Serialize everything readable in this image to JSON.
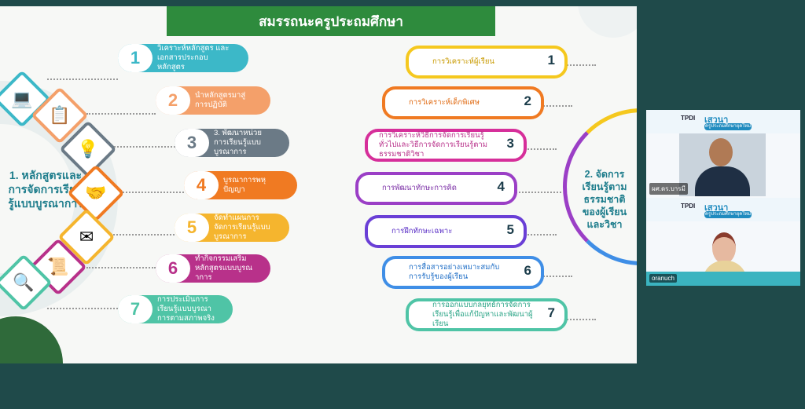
{
  "slide": {
    "title": "สมรรถนะครูประถมศึกษา",
    "left_title": "1. หลักสูตรและการจัดการเรียนรู้แบบบูรณาการ",
    "right_title": "2. จัดการเรียนรู้ตามธรรมชาติของผู้เรียนและวิชา",
    "left_items": [
      {
        "num": "1",
        "text": "วิเคราะห์หลักสูตร และเอกสารประกอบหลักสูตร",
        "color": "#3cb8c8"
      },
      {
        "num": "2",
        "text": "นำหลักสูตรมาสู่การปฏิบัติ",
        "color": "#f4a06a"
      },
      {
        "num": "3",
        "text": "3. พัฒนาหน่วยการเรียนรู้แบบบูรณาการ",
        "color": "#6b7a86"
      },
      {
        "num": "4",
        "text": "บูรณาการพหุปัญญา",
        "color": "#f07a22"
      },
      {
        "num": "5",
        "text": "จัดทำแผนการจัดการเรียนรู้แบบบูรณาการ",
        "color": "#f5b52e"
      },
      {
        "num": "6",
        "text": "ทำกิจกรรมเสริมหลักสูตรแบบบูรณาการ",
        "color": "#b8318a"
      },
      {
        "num": "7",
        "text": "การประเมินการเรียนรู้แบบบูรณาการตามสภาพจริง",
        "color": "#4fc4a6"
      }
    ],
    "right_items": [
      {
        "num": "1",
        "text": "การวิเคราะห์ผู้เรียน",
        "color": "#f5c81e",
        "text_color": "#c89a00"
      },
      {
        "num": "2",
        "text": "การวิเคราะห์เด็กพิเศษ",
        "color": "#f07a22",
        "text_color": "#e06a12"
      },
      {
        "num": "3",
        "text": "การวิเคราะห์วิธีการจัดการเรียนรู้ทั่วไปและวิธีการจัดการเรียนรู้ตามธรรมชาติวิชา",
        "color": "#d62f9a",
        "text_color": "#b8318a"
      },
      {
        "num": "4",
        "text": "การพัฒนาทักษะการคิด",
        "color": "#9b3fc6",
        "text_color": "#7b2fa6"
      },
      {
        "num": "5",
        "text": "การฝึกทักษะเฉพาะ",
        "color": "#6a3fd6",
        "text_color": "#5a2fc6"
      },
      {
        "num": "6",
        "text": "การสื่อสารอย่างเหมาะสมกับการรับรู้ของผู้เรียน",
        "color": "#3f8ee6",
        "text_color": "#1f6ec6"
      },
      {
        "num": "7",
        "text": "การออกแบบกลยุทธ์การจัดการเรียนรู้เพื่อแก้ปัญหาและพัฒนาผู้เรียน",
        "color": "#4fc4a6",
        "text_color": "#2aa486"
      }
    ],
    "left_icons": [
      "computer-icon",
      "clipboard-icon",
      "lightbulb-icon",
      "handshake-icon",
      "envelope-icon",
      "scroll-icon",
      "search-book-icon"
    ]
  },
  "videos": [
    {
      "logo": "TPDI",
      "brand": "เสวนา",
      "tag": "ครูประถมศึกษายุคใหม่",
      "name": "ผศ.ดร.บารมี"
    },
    {
      "logo": "TPDI",
      "brand": "เสวนา",
      "tag": "ครูประถมศึกษายุคใหม่",
      "name": "oranuch"
    }
  ]
}
